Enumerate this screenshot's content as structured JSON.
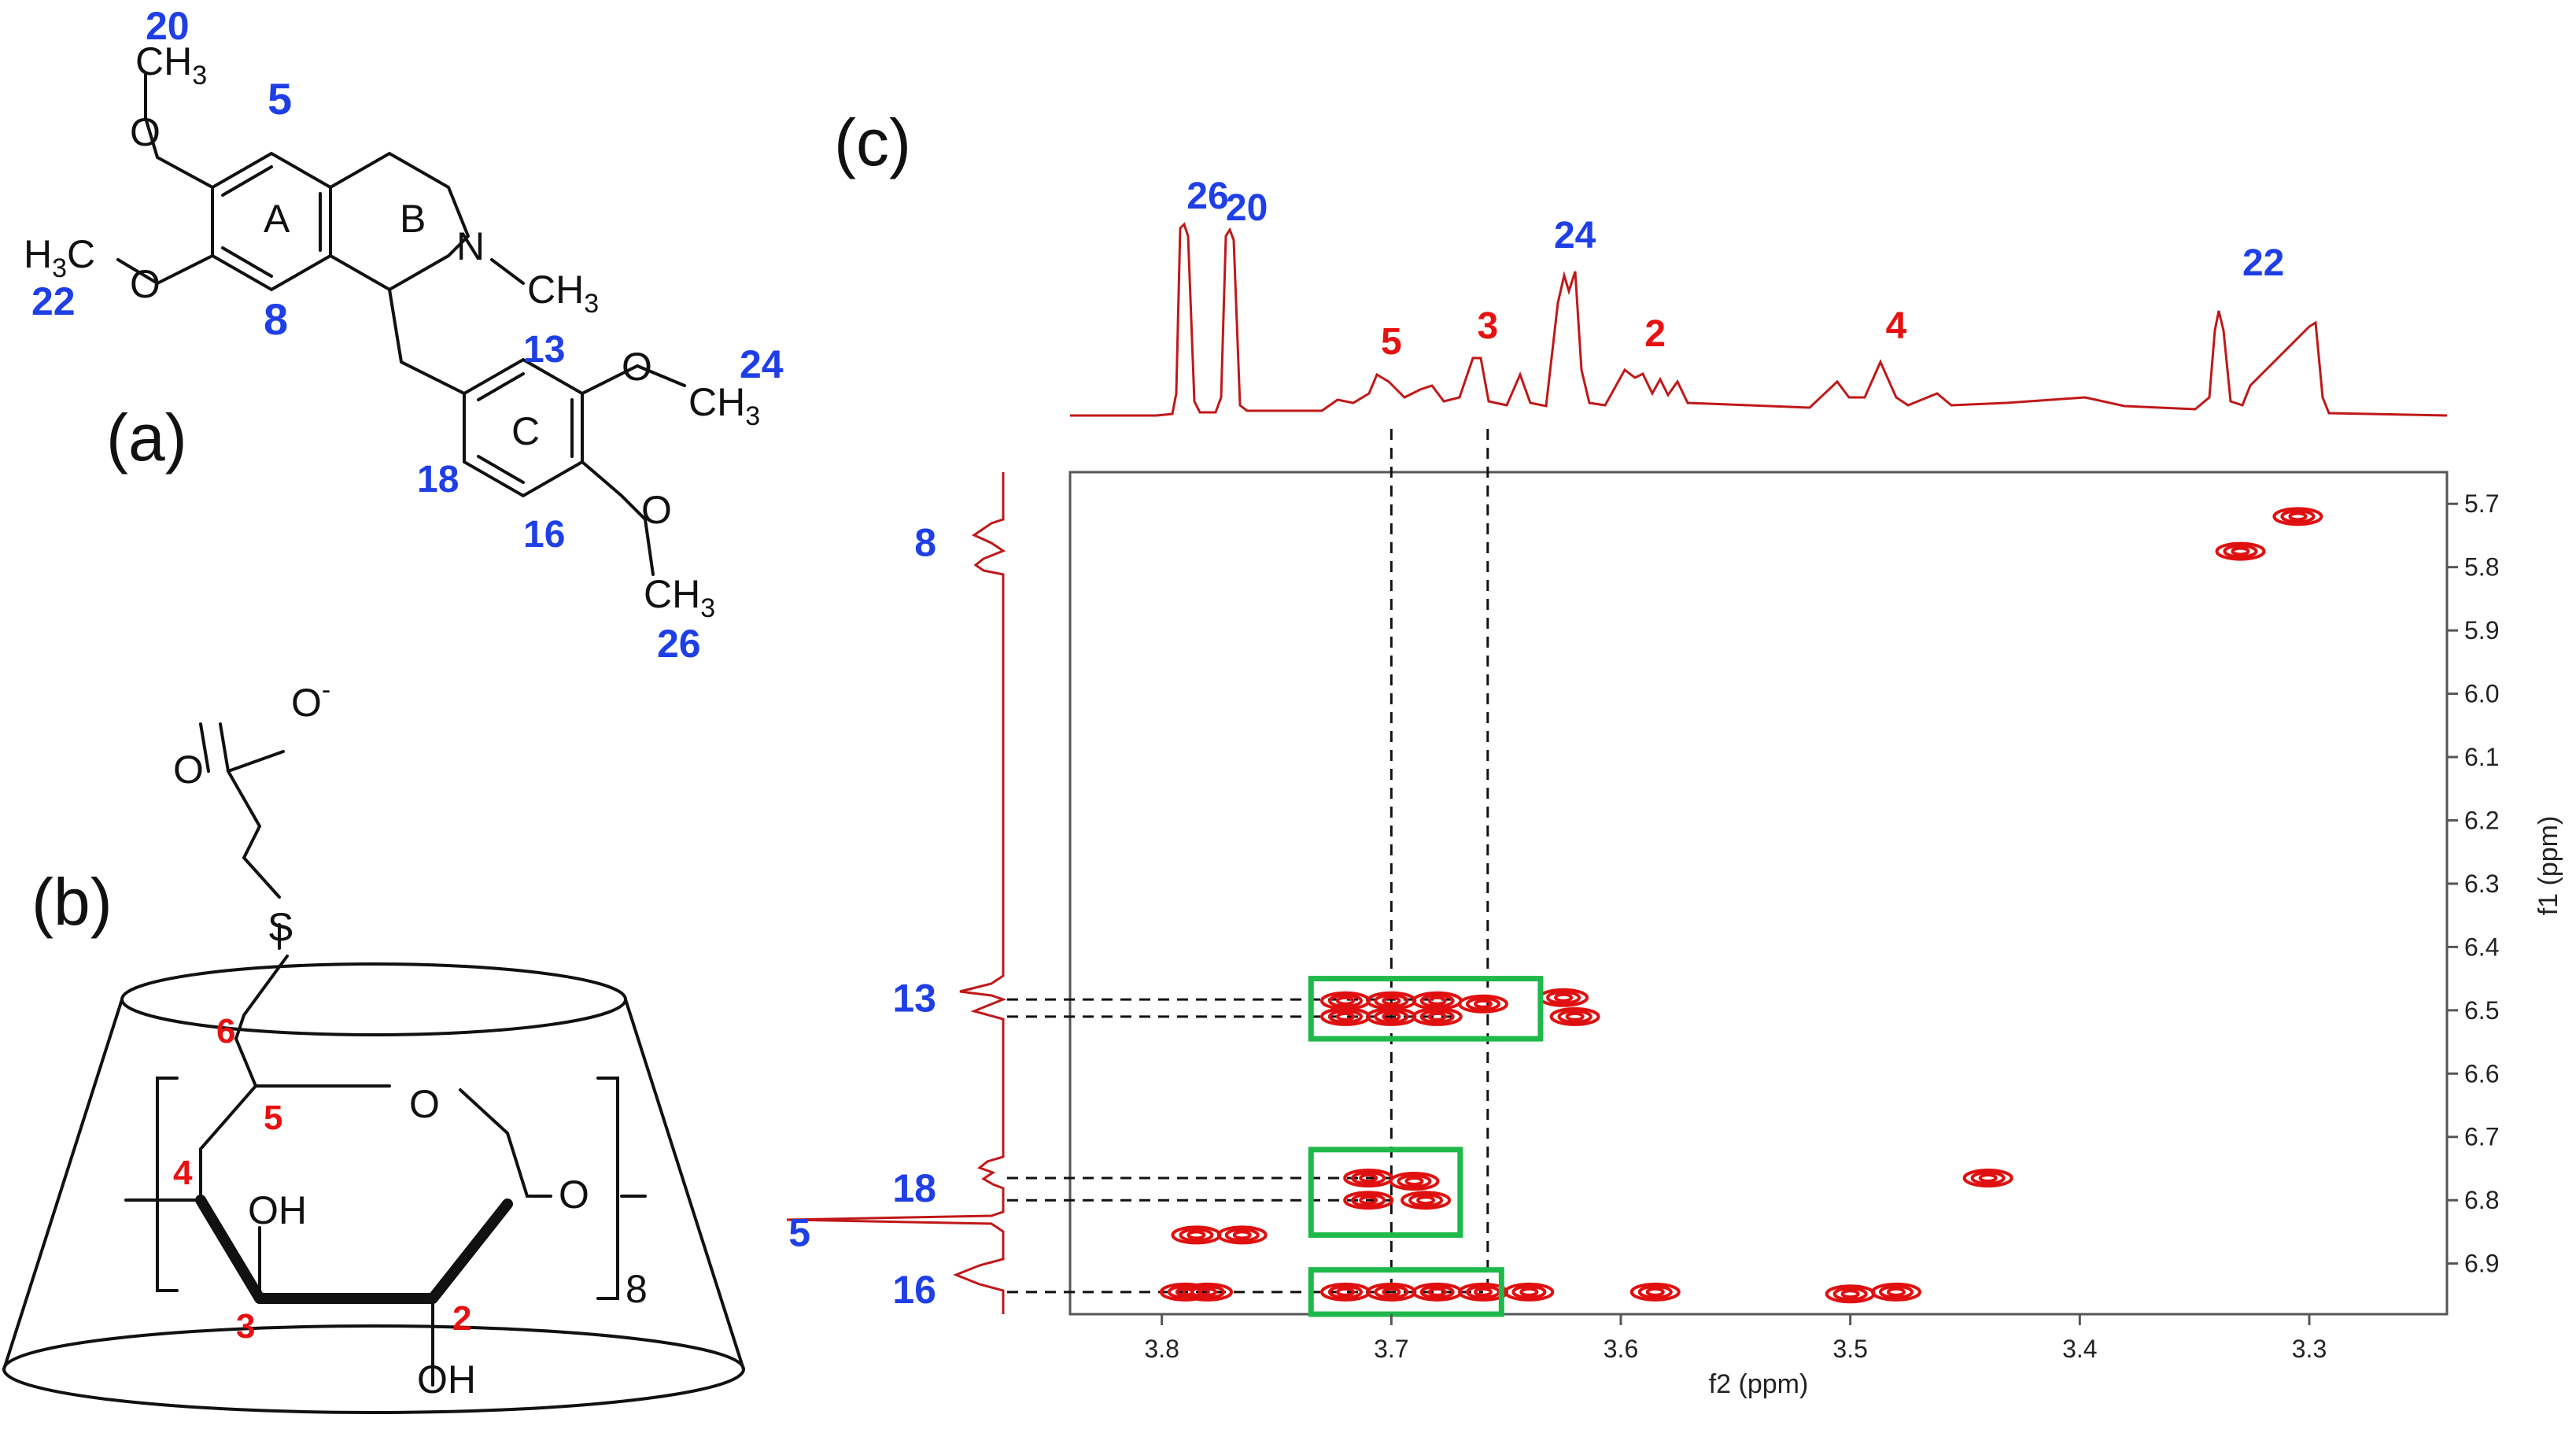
{
  "panels": {
    "a": "(a)",
    "b": "(b)",
    "c": "(c)"
  },
  "molecule": {
    "ring_labels": [
      "A",
      "B",
      "C"
    ],
    "atoms": {
      "n": "N",
      "o": "O",
      "h3c": "H",
      "h3c_sub": "3",
      "h3c_c": "C",
      "ch3": "CH",
      "ch3_sub": "3"
    },
    "numbers": {
      "n20": "20",
      "n5": "5",
      "n8": "8",
      "n22": "22",
      "n13": "13",
      "n18": "18",
      "n16": "16",
      "n24": "24",
      "n26": "26"
    }
  },
  "cyclodextrin": {
    "atoms": {
      "o_minus": "O",
      "minus": "-",
      "o_carbonyl": "O",
      "s": "S",
      "o_ring": "O",
      "o_link": "O",
      "oh1": "OH",
      "oh2": "OH"
    },
    "numbers": {
      "n6": "6",
      "n5": "5",
      "n4": "4",
      "n3": "3",
      "n2": "2"
    },
    "repeat": "8"
  },
  "chart_data": {
    "type": "2D NOESY/ROESY contour plot",
    "xlabel": "f2 (ppm)",
    "ylabel": "f1 (ppm)",
    "x_ticks": [
      "3.8",
      "3.7",
      "3.6",
      "3.5",
      "3.4",
      "3.3"
    ],
    "y_ticks": [
      "5.7",
      "5.8",
      "5.9",
      "6.0",
      "6.1",
      "6.2",
      "6.3",
      "6.4",
      "6.5",
      "6.6",
      "6.7",
      "6.8",
      "6.9"
    ],
    "xlim": [
      3.84,
      3.24
    ],
    "ylim": [
      5.65,
      6.98
    ],
    "top_spectrum_labels": [
      {
        "label": "26",
        "ppm": 3.78,
        "color": "blue"
      },
      {
        "label": "20",
        "ppm": 3.763,
        "color": "blue"
      },
      {
        "label": "5",
        "ppm": 3.7,
        "color": "red"
      },
      {
        "label": "3",
        "ppm": 3.658,
        "color": "red"
      },
      {
        "label": "24",
        "ppm": 3.62,
        "color": "blue"
      },
      {
        "label": "2",
        "ppm": 3.585,
        "color": "red"
      },
      {
        "label": "4",
        "ppm": 3.48,
        "color": "red"
      },
      {
        "label": "22",
        "ppm": 3.32,
        "color": "blue"
      }
    ],
    "side_spectrum_labels": [
      {
        "label": "8",
        "ppm": 5.76
      },
      {
        "label": "13",
        "ppm": 6.48
      },
      {
        "label": "18",
        "ppm": 6.78
      },
      {
        "label": "5",
        "ppm": 6.85
      },
      {
        "label": "16",
        "ppm": 6.94
      }
    ],
    "cross_peaks": [
      {
        "x": 3.305,
        "y": 5.72
      },
      {
        "x": 3.33,
        "y": 5.775
      },
      {
        "x": 3.72,
        "y": 6.485
      },
      {
        "x": 3.7,
        "y": 6.485
      },
      {
        "x": 3.68,
        "y": 6.485
      },
      {
        "x": 3.66,
        "y": 6.49
      },
      {
        "x": 3.625,
        "y": 6.48
      },
      {
        "x": 3.72,
        "y": 6.51
      },
      {
        "x": 3.7,
        "y": 6.51
      },
      {
        "x": 3.68,
        "y": 6.51
      },
      {
        "x": 3.62,
        "y": 6.51
      },
      {
        "x": 3.71,
        "y": 6.765
      },
      {
        "x": 3.69,
        "y": 6.77
      },
      {
        "x": 3.71,
        "y": 6.8
      },
      {
        "x": 3.685,
        "y": 6.8
      },
      {
        "x": 3.44,
        "y": 6.765
      },
      {
        "x": 3.765,
        "y": 6.855
      },
      {
        "x": 3.785,
        "y": 6.855
      },
      {
        "x": 3.78,
        "y": 6.945
      },
      {
        "x": 3.79,
        "y": 6.945
      },
      {
        "x": 3.72,
        "y": 6.945
      },
      {
        "x": 3.7,
        "y": 6.945
      },
      {
        "x": 3.68,
        "y": 6.945
      },
      {
        "x": 3.66,
        "y": 6.945
      },
      {
        "x": 3.64,
        "y": 6.945
      },
      {
        "x": 3.585,
        "y": 6.945
      },
      {
        "x": 3.48,
        "y": 6.945
      },
      {
        "x": 3.5,
        "y": 6.948
      }
    ],
    "highlight_boxes": [
      {
        "x": [
          3.735,
          3.635
        ],
        "y": [
          6.45,
          6.545
        ]
      },
      {
        "x": [
          3.735,
          3.67
        ],
        "y": [
          6.72,
          6.855
        ]
      },
      {
        "x": [
          3.735,
          3.652
        ],
        "y": [
          6.91,
          6.98
        ]
      }
    ]
  }
}
